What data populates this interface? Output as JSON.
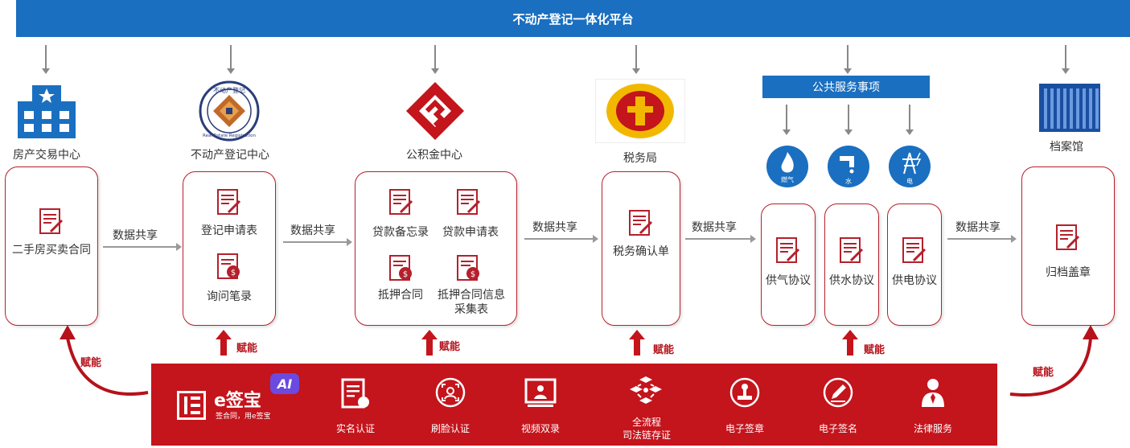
{
  "header": {
    "title": "不动产登记一体化平台"
  },
  "orgs": {
    "housing": "房产交易中心",
    "registry": "不动产登记中心",
    "fund": "公积金中心",
    "tax": "税务局",
    "archive": "档案馆"
  },
  "public_services": {
    "title": "公共服务事项",
    "gas_icon_text": "燃气",
    "water_icon_text": "水",
    "power_icon_text": "电"
  },
  "registry_logo": {
    "cn": "不动产登记",
    "en": "Real Estate Registration"
  },
  "docs": {
    "contract": "二手房买卖合同",
    "apply": "登记申请表",
    "inquiry": "询问笔录",
    "loan_memo": "贷款备忘录",
    "loan_apply": "贷款申请表",
    "mortgage": "抵押合同",
    "mortgage_info_1": "抵押合同信息",
    "mortgage_info_2": "采集表",
    "tax_confirm": "税务确认单",
    "gas": "供气协议",
    "water": "供水协议",
    "power": "供电协议",
    "archive_seal": "归档盖章"
  },
  "edges": {
    "data_share": "数据共享",
    "empower": "赋能"
  },
  "brand": {
    "name": "e签宝",
    "badge": "AI",
    "slogan": "签合同，用e签宝"
  },
  "features": {
    "realname": "实名认证",
    "face": "刷脸认证",
    "video": "视频双录",
    "chain_1": "全流程",
    "chain_2": "司法链存证",
    "seal": "电子签章",
    "sign": "电子签名",
    "legal": "法律服务"
  },
  "colors": {
    "blue": "#1a6fc0",
    "red": "#c4141c",
    "dark_red": "#b5202b"
  }
}
